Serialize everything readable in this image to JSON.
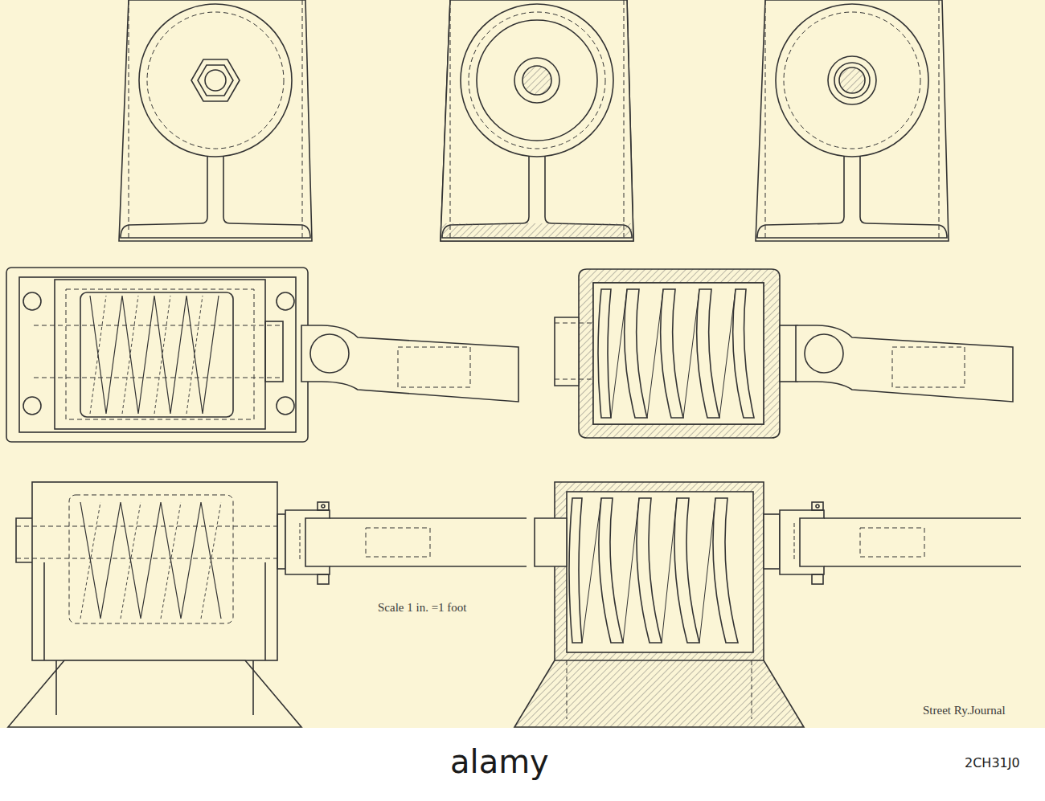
{
  "diagram": {
    "labels": [
      "Scale 1 in. =1 foot",
      "Street Ry.Journal",
      "alamy",
      "2CH31J0"
    ]
  }
}
